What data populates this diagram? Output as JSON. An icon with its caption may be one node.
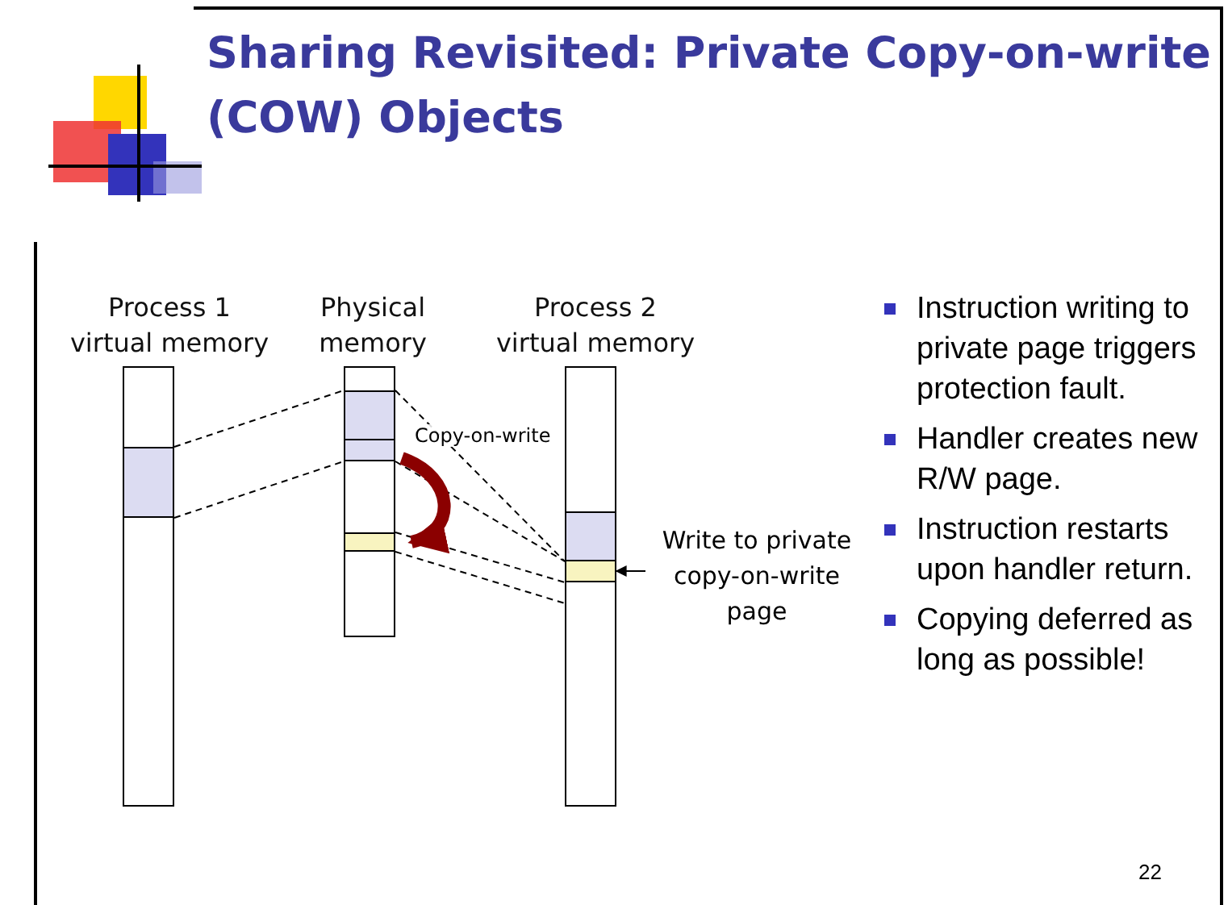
{
  "diagram": {
    "title": "Sharing Revisited: Private Copy-on-write (COW) Objects",
    "nodes": [
      {
        "text": [
          "Process 1 virtual memory"
        ]
      },
      {
        "text": [],
        "shape": "box",
        "in": 0
      },
      {
        "text": [
          "Physical memory"
        ]
      },
      {
        "text": [],
        "shape": "box",
        "in": 2
      },
      {
        "text": [],
        "shape": "box",
        "in": 2
      },
      {
        "text": [],
        "shape": "box",
        "in": 2
      },
      {
        "text": [
          "Process 2 virtual memory"
        ]
      },
      {
        "text": [],
        "shape": "box",
        "in": 6
      },
      {
        "text": [],
        "shape": "box",
        "in": 6
      },
      {
        "text": [
          "Write to private copy-on-write page"
        ]
      }
    ],
    "edges": [
      {
        "from": 1,
        "to": 3,
        "arrow": "none",
        "style": "dashed"
      },
      {
        "from": 1,
        "to": 4,
        "arrow": "none",
        "style": "dashed"
      },
      {
        "from": 3,
        "to": 7,
        "arrow": "none",
        "style": "dashed"
      },
      {
        "from": 4,
        "to": 7,
        "arrow": "none",
        "style": "dashed"
      },
      {
        "from": 5,
        "to": 8,
        "arrow": "none",
        "style": "dashed"
      },
      {
        "from": 4,
        "to": 5,
        "arrow": "to",
        "style": "thick",
        "color": "#8b0000",
        "label": "Copy-on-write"
      },
      {
        "from": 9,
        "to": 8,
        "arrow": "to"
      }
    ],
    "labels": [
      "Instruction writing to private page triggers protection fault.",
      "Handler creates new R/W page.",
      "Instruction restarts upon handler return.",
      "Copying deferred as long as possible!",
      "22"
    ]
  }
}
